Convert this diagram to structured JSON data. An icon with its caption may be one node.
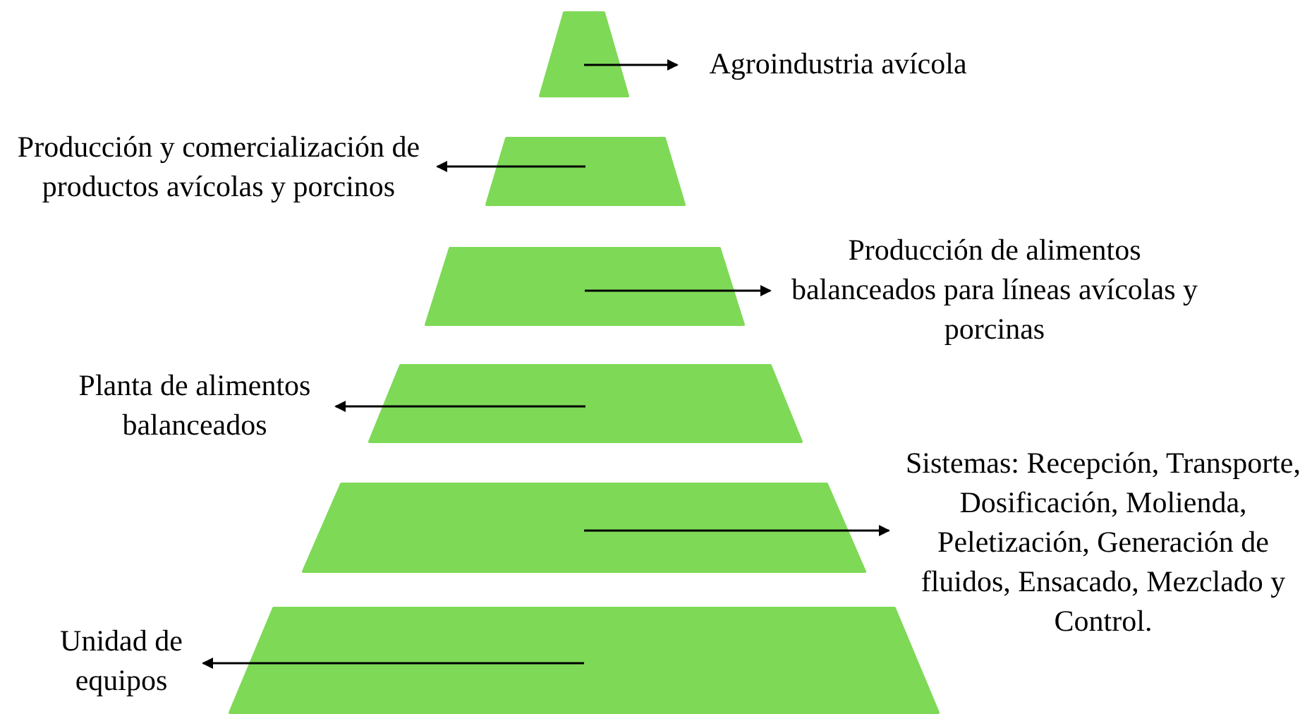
{
  "diagram": {
    "nodes": [
      {
        "text": [],
        "shape": "trapezoid"
      },
      {
        "text": [
          "Agroindustria avícola"
        ]
      },
      {
        "text": [],
        "shape": "trapezoid"
      },
      {
        "text": [
          "Producción y comercialización de productos avícolas y porcinos"
        ]
      },
      {
        "text": [],
        "shape": "trapezoid"
      },
      {
        "text": [
          "Producción de alimentos balanceados para líneas avícolas y porcinas"
        ]
      },
      {
        "text": [],
        "shape": "trapezoid"
      },
      {
        "text": [
          "Planta de alimentos balanceados"
        ]
      },
      {
        "text": [],
        "shape": "trapezoid"
      },
      {
        "text": [
          "Sistemas: Recepción, Transporte, Dosificación, Molienda, Peletización, Generación de fluidos, Ensacado, Mezclado y Control."
        ]
      },
      {
        "text": [],
        "shape": "trapezoid"
      },
      {
        "text": [
          "Unidad de equipos"
        ]
      }
    ],
    "edges": [
      {
        "from": 0,
        "to": 1,
        "arrow": "to"
      },
      {
        "from": 2,
        "to": 3,
        "arrow": "to"
      },
      {
        "from": 4,
        "to": 5,
        "arrow": "to"
      },
      {
        "from": 6,
        "to": 7,
        "arrow": "to"
      },
      {
        "from": 8,
        "to": 9,
        "arrow": "to"
      },
      {
        "from": 10,
        "to": 11,
        "arrow": "to"
      }
    ]
  }
}
